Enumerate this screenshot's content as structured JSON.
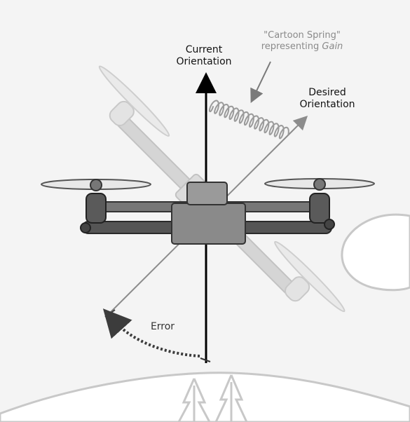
{
  "labels": {
    "current_line1": "Current",
    "current_line2": "Orientation",
    "desired_line1": "Desired",
    "desired_line2": "Orientation",
    "spring_line1": "\"Cartoon Spring\"",
    "spring_line2_prefix": "representing",
    "spring_line2_italic": "Gain",
    "error": "Error"
  },
  "colors": {
    "background": "#f4f4f4",
    "ground": "#ffffff",
    "axis_current": "#000000",
    "axis_desired": "#8c8c8c",
    "spring": "#9a9a9a",
    "drone_dark": "#444444",
    "drone_ghost": "#cccccc",
    "error_arc": "#3c3c3c"
  },
  "icons": [
    "quadcopter-drone-icon",
    "tilted-drone-ghost-icon",
    "pine-tree-icon",
    "spring-icon"
  ]
}
